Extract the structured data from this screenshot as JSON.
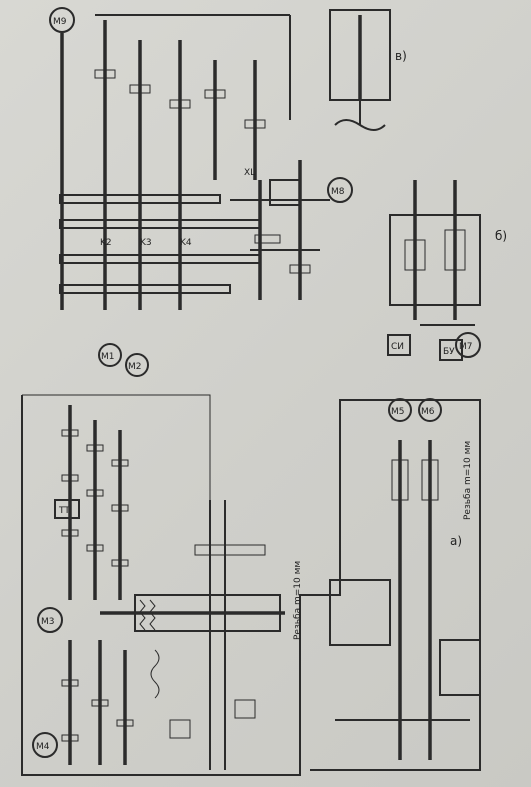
{
  "labels": {
    "view_a": "a)",
    "view_b": "б)",
    "view_v": "в)",
    "m1": "M1",
    "m2": "M2",
    "m3": "M3",
    "m4": "M4",
    "m5": "M5",
    "m6": "M6",
    "m7": "M7",
    "m8": "M8",
    "m9": "M9",
    "tt": "TT",
    "su": "СИ",
    "bu": "БУ",
    "k2": "K2",
    "k3": "K3",
    "k4": "K4",
    "xl": "XL",
    "rezba_a1": "Резьба m=10 мм",
    "rezba_a2": "Резьба m=10 мм"
  },
  "colors": {
    "paper": "#d3d3ce",
    "ink": "#2b2b2b"
  }
}
